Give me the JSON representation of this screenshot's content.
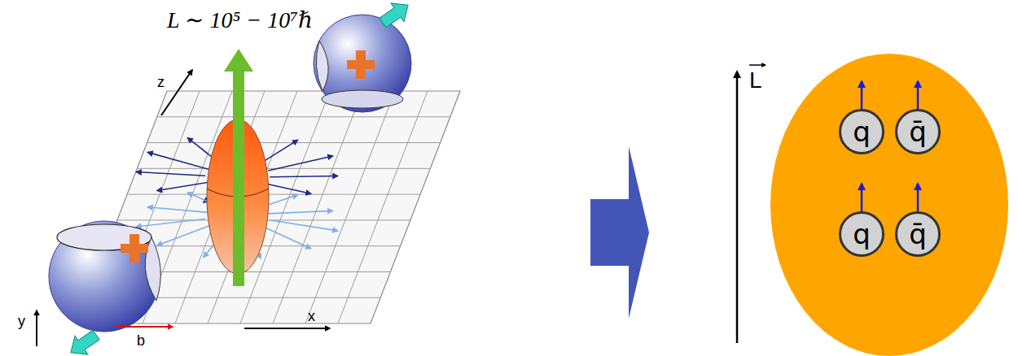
{
  "diagram": {
    "nodes": [
      {
        "text": [
          "q"
        ]
      },
      {
        "text": [
          "q̄"
        ]
      },
      {
        "text": [
          "q"
        ]
      },
      {
        "text": [
          "q̄"
        ]
      }
    ],
    "labels": [
      "L ∼ 10⁵ − 10⁷ℏ",
      "z",
      "y",
      "b",
      "x",
      "L"
    ]
  }
}
